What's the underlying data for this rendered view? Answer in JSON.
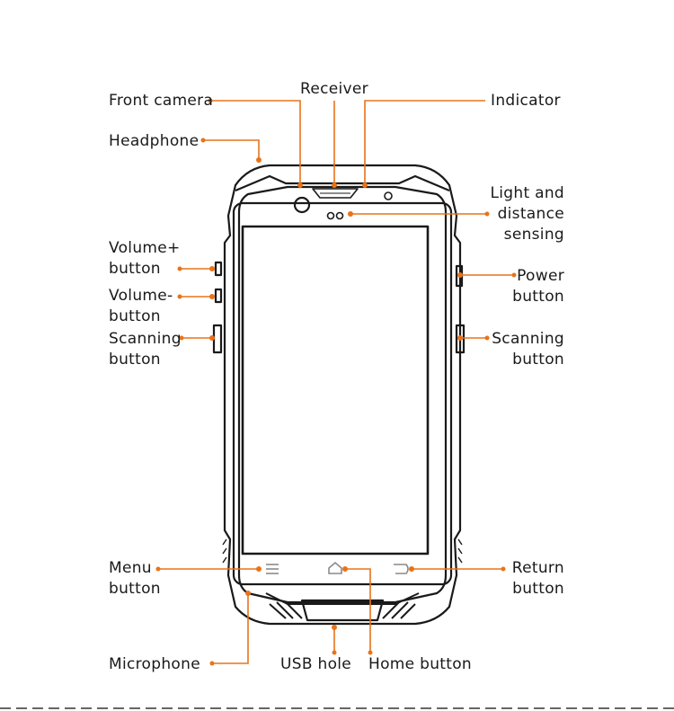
{
  "accent_color": "#e8731a",
  "outline_color": "#1a1a1a",
  "labels": {
    "front_camera": "Front camera",
    "receiver": "Receiver",
    "indicator": "Indicator",
    "headphone": "Headphone",
    "light_sensing": "Light and\ndistance\nsensing",
    "volume_up": "Volume+\nbutton",
    "volume_down": "Volume-\nbutton",
    "scanning_left": "Scanning\nbutton",
    "power": "Power\nbutton",
    "scanning_right": "Scanning\nbutton",
    "menu": "Menu\nbutton",
    "return": "Return\nbutton",
    "microphone": "Microphone",
    "usb_hole": "USB hole",
    "home": "Home button"
  }
}
